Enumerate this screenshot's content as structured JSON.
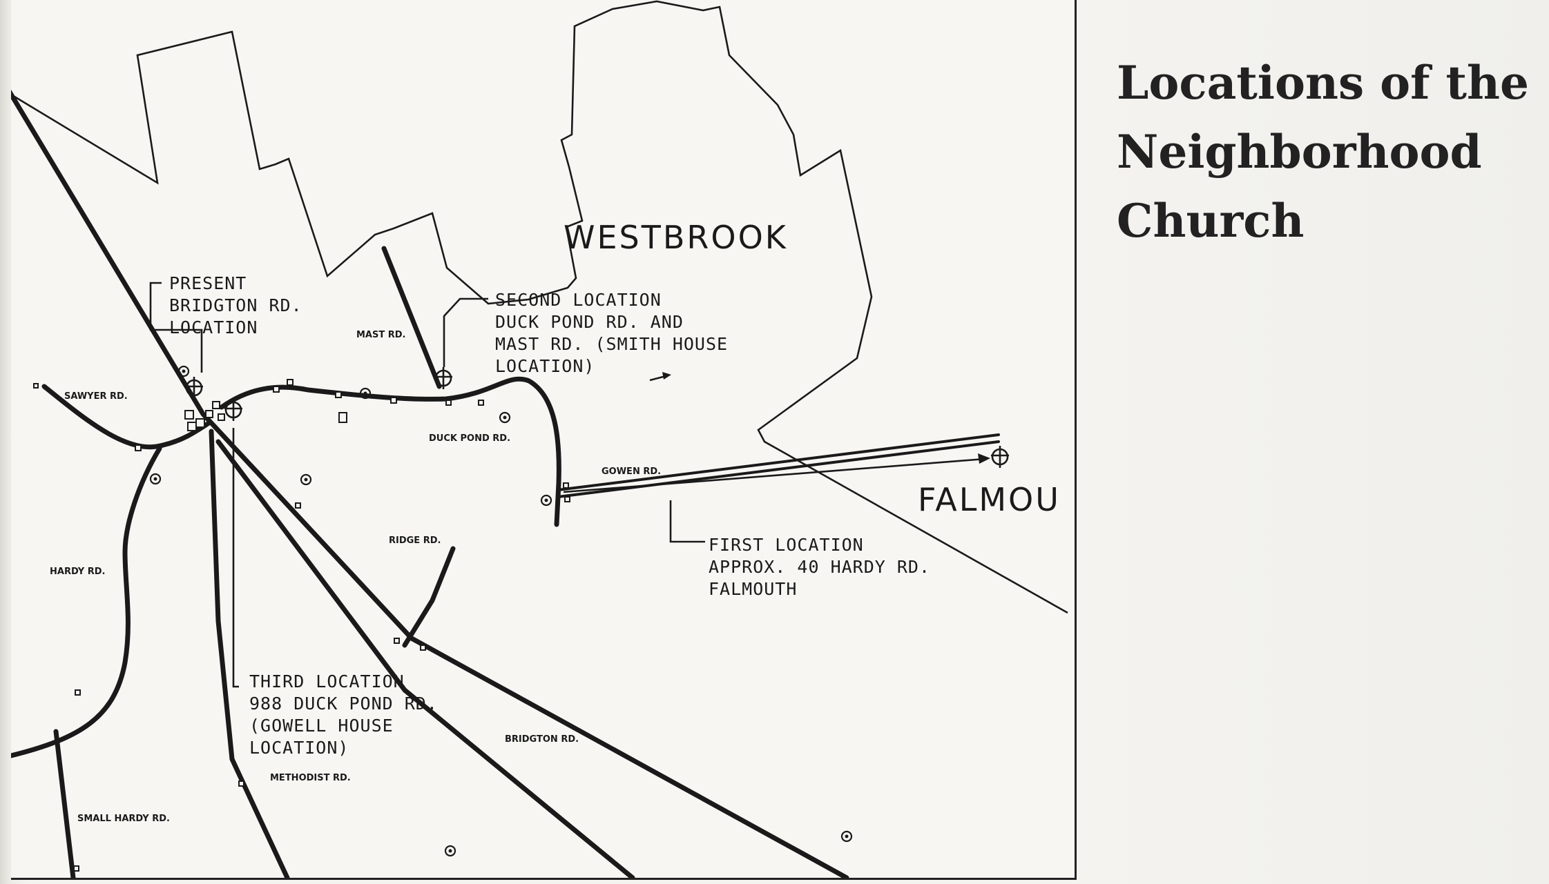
{
  "title": {
    "lines": [
      "Locations of the",
      "Neighborhood",
      "Church"
    ]
  },
  "map": {
    "towns": {
      "westbrook": "WESTBROOK",
      "falmouth": "FALMOU"
    },
    "roads": {
      "sawyer": "SAWYER RD.",
      "mast": "MAST RD.",
      "duck_pond": "DUCK POND RD.",
      "gowen": "GOWEN RD.",
      "ridge": "RIDGE RD.",
      "hardy": "HARDY RD.",
      "bridgton": "BRIDGTON RD.",
      "methodist": "METHODIST RD.",
      "small_hardy": "SMALL HARDY RD."
    },
    "locations": {
      "present": [
        "PRESENT",
        "BRIDGTON RD.",
        "LOCATION"
      ],
      "second": [
        "SECOND LOCATION",
        "DUCK POND RD. AND",
        "MAST RD. (SMITH HOUSE",
        "LOCATION)"
      ],
      "first": [
        "FIRST LOCATION",
        "APPROX. 40 HARDY RD.",
        "FALMOUTH"
      ],
      "third": [
        "THIRD LOCATION",
        "988 DUCK POND RD.",
        "(GOWELL HOUSE",
        "LOCATION)"
      ]
    },
    "icons": {
      "church": "church-cross-icon",
      "marker": "survey-marker-icon"
    }
  }
}
